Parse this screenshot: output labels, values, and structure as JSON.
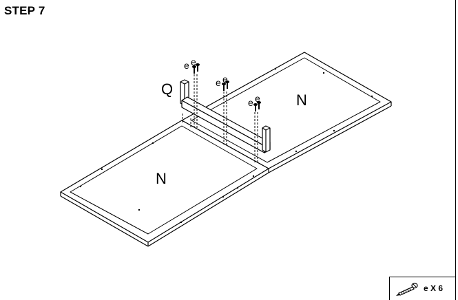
{
  "step": {
    "title": "STEP 7"
  },
  "parts": {
    "panel_label": "N",
    "leg_label": "Q",
    "screw_label": "e"
  },
  "hardware": {
    "quantity": "e X 6"
  }
}
